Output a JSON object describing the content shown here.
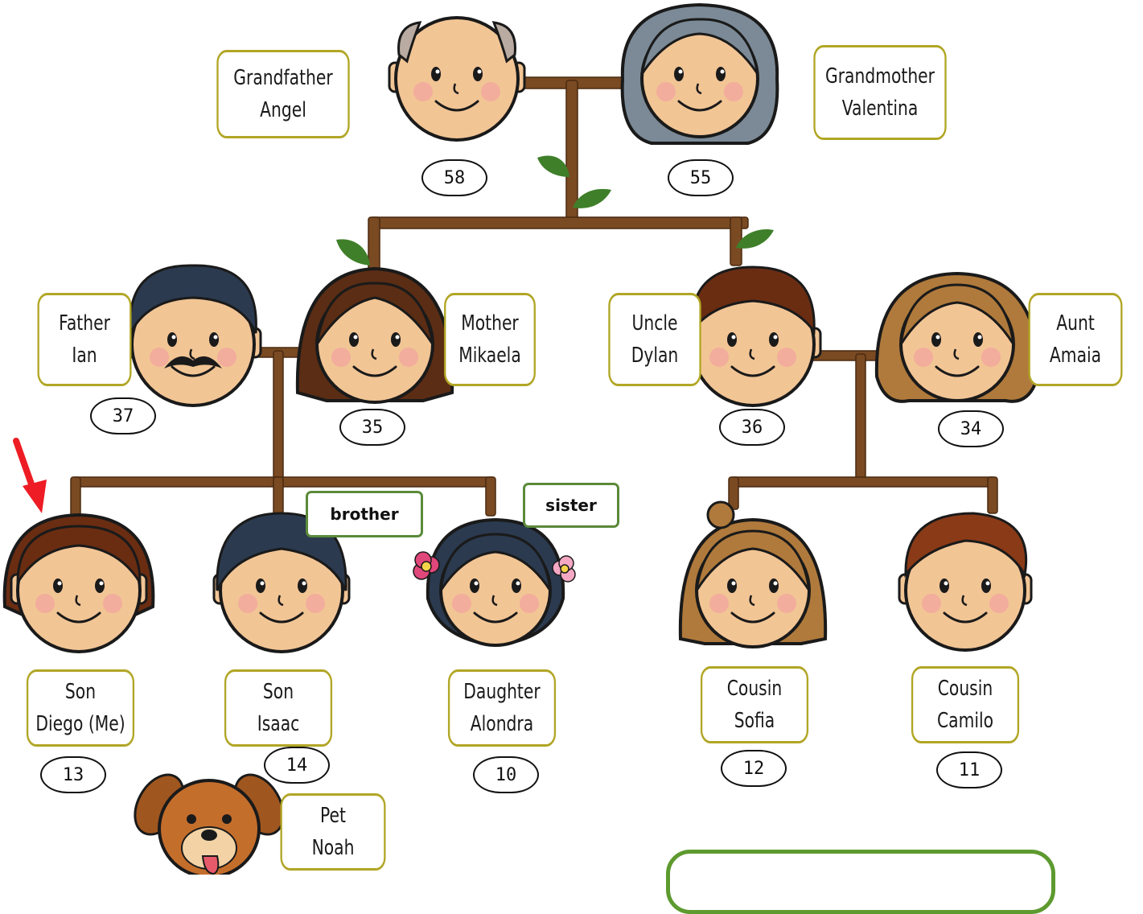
{
  "members": {
    "grandfather": {
      "role": "Grandfather",
      "name": "Angel",
      "age": "58"
    },
    "grandmother": {
      "role": "Grandmother",
      "name": "Valentina",
      "age": "55"
    },
    "father": {
      "role": "Father",
      "name": "Ian",
      "age": "37"
    },
    "mother": {
      "role": "Mother",
      "name": "Mikaela",
      "age": "35"
    },
    "uncle": {
      "role": "Uncle",
      "name": "Dylan",
      "age": "36"
    },
    "aunt": {
      "role": "Aunt",
      "name": "Amaia",
      "age": "34"
    },
    "diego": {
      "role": "Son",
      "name": "Diego (Me)",
      "age": "13"
    },
    "isaac": {
      "role": "Son",
      "name": "Isaac",
      "age": "14"
    },
    "alondra": {
      "role": "Daughter",
      "name": "Alondra",
      "age": "10"
    },
    "sofia": {
      "role": "Cousin",
      "name": "Sofia",
      "age": "12"
    },
    "camilo": {
      "role": "Cousin",
      "name": "Camilo",
      "age": "11"
    },
    "pet": {
      "role": "Pet",
      "name": "Noah"
    }
  },
  "tags": {
    "brother": "brother",
    "sister": "sister"
  },
  "colors": {
    "branch": "#7a4a23",
    "label_border": "#b1a625",
    "tag_border": "#5a8a3a",
    "leaf": "#3f7f2a",
    "arrow": "#ee1c24",
    "skin": "#f2c595"
  }
}
